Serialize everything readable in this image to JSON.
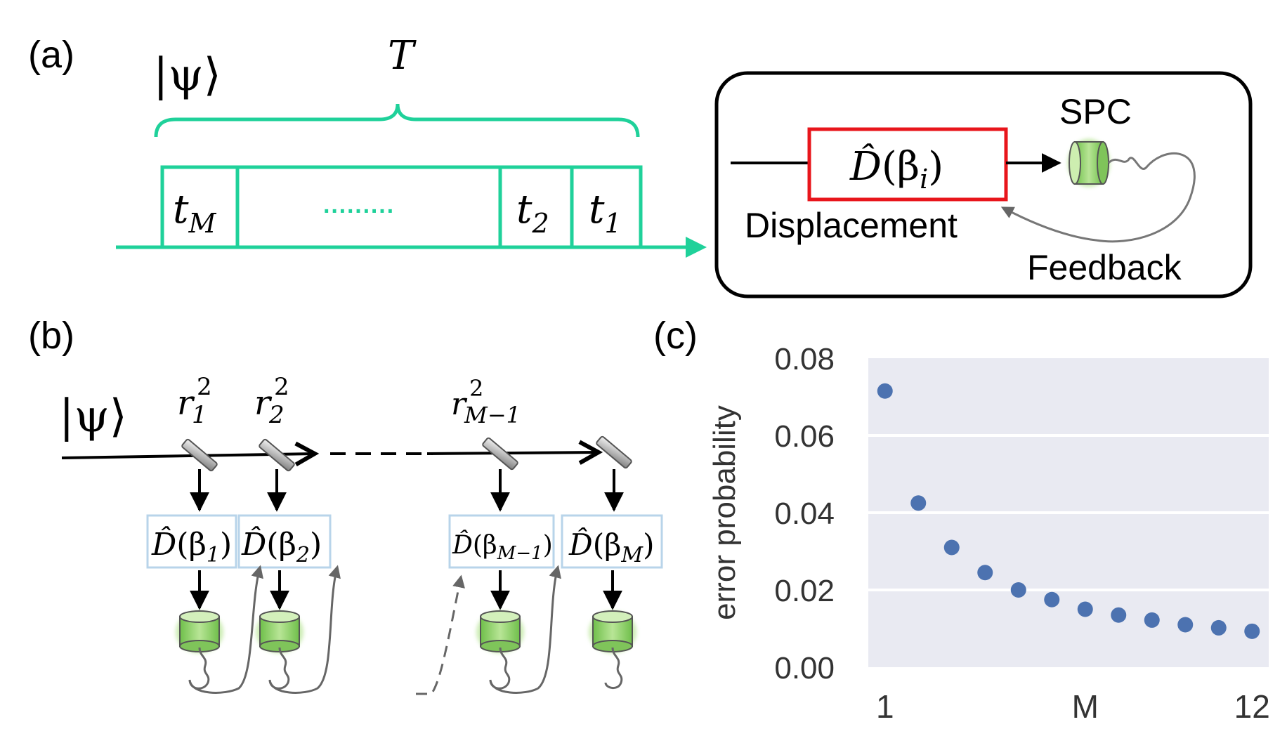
{
  "panels": {
    "a": "(a)",
    "b": "(b)",
    "c": "(c)"
  },
  "panel_a": {
    "state_ket": "|ψ⟩",
    "total_time": "T",
    "first_slot": {
      "base": "t",
      "sub": "M"
    },
    "ellipsis": "·········",
    "slot_two": {
      "base": "t",
      "sub": "2"
    },
    "slot_one": {
      "base": "t",
      "sub": "1"
    },
    "displacement_op": {
      "op": "D̂",
      "arg": "(β",
      "sub": "i",
      "close": ")"
    },
    "detector_label": "SPC",
    "displacement_label": "Displacement",
    "feedback_label": "Feedback",
    "accent_color": "#1fd19a",
    "box_color": "#e8151b"
  },
  "panel_b": {
    "state_ket": "|ψ⟩",
    "splitters": [
      {
        "base": "r",
        "sub": "1",
        "sup": "2"
      },
      {
        "base": "r",
        "sub": "2",
        "sup": "2"
      },
      {
        "base": "r",
        "sub": "M−1",
        "sup": "2"
      }
    ],
    "stages": [
      {
        "op": "D̂",
        "arg": "(β",
        "sub": "1",
        "close": ")"
      },
      {
        "op": "D̂",
        "arg": "(β",
        "sub": "2",
        "close": ")"
      },
      {
        "op": "D̂",
        "arg": "(β",
        "sub": "M−1",
        "close": ")"
      },
      {
        "op": "D̂",
        "arg": "(β",
        "sub": "M",
        "close": ")"
      }
    ],
    "detector_color": "#8fd26a"
  },
  "chart_data": {
    "type": "scatter",
    "title": "",
    "xlabel": "",
    "ylabel": "error probability",
    "x_tick_labels": [
      "1",
      "M",
      "12"
    ],
    "y_tick_labels": [
      "0.08",
      "0.06",
      "0.04",
      "0.02",
      "0.00"
    ],
    "ylim": [
      0,
      0.08
    ],
    "xlim": [
      0.5,
      12.5
    ],
    "grid": true,
    "background_color": "#e9eaf2",
    "marker_color": "#4c72b0",
    "x": [
      1,
      2,
      3,
      4,
      5,
      6,
      7,
      8,
      9,
      10,
      11,
      12
    ],
    "y": [
      0.0715,
      0.0425,
      0.031,
      0.0245,
      0.02,
      0.0175,
      0.015,
      0.0135,
      0.0122,
      0.011,
      0.0102,
      0.0093
    ]
  }
}
